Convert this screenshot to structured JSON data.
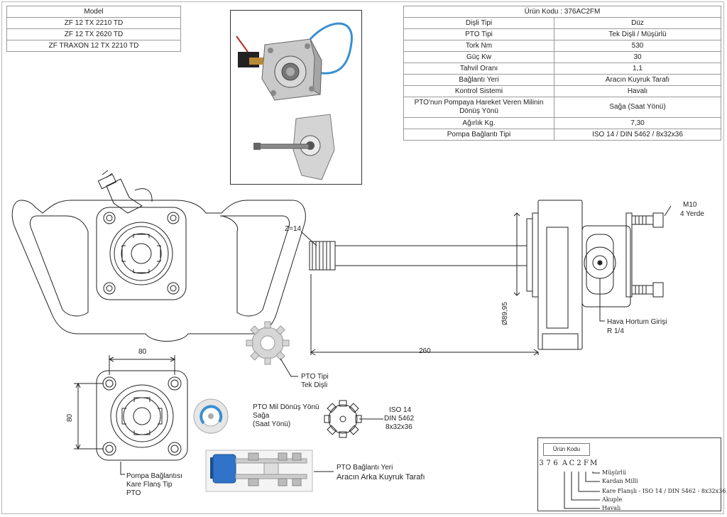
{
  "model_table": {
    "header": "Model",
    "rows": [
      "ZF 12 TX 2210 TD",
      "ZF 12 TX 2620 TD",
      "ZF TRAXON 12 TX 2210 TD"
    ]
  },
  "spec_table": {
    "title": "Ürün Kodu : 376AC2FM",
    "rows": [
      {
        "key": "Dişli Tipi",
        "value": "Düz"
      },
      {
        "key": "PTO Tipi",
        "value": "Tek Dişli / Müşürlü"
      },
      {
        "key": "Tork Nm",
        "value": "530"
      },
      {
        "key": "Güç Kw",
        "value": "30"
      },
      {
        "key": "Tahvil Oranı",
        "value": "1,1"
      },
      {
        "key": "Bağlantı Yeri",
        "value": "Aracın Kuyruk Tarafı"
      },
      {
        "key": "Kontrol Sistemi",
        "value": "Havalı"
      },
      {
        "key": "PTO'nun Pompaya Hareket Veren Milinin Dönüş Yönü",
        "value": "Sağa (Saat Yönü)"
      },
      {
        "key": "Ağırlık Kg.",
        "value": "7,30"
      },
      {
        "key": "Pompa Bağlantı Tipi",
        "value": "ISO 14 / DIN 5462 / 8x32x36"
      }
    ]
  },
  "labels": {
    "z14": "Z=14",
    "m10_line1": "M10",
    "m10_line2": "4 Yerde",
    "dia": "Ø89,95",
    "len": "260",
    "air_line1": "Hava Hortum Girişi",
    "air_line2": "R 1/4",
    "dim80_top": "80",
    "dim80_side": "80",
    "pto_tip_line1": "PTO Tipi",
    "pto_tip_line2": "Tek Dişli",
    "rot_line1": "PTO Mil Dönüş Yönü",
    "rot_line2": "Sağa",
    "rot_line3": "(Saat Yönü)",
    "iso_line1": "ISO 14",
    "iso_line2": "DIN 5462",
    "iso_line3": "8x32x36",
    "conn_line1": "PTO Bağlantı Yeri",
    "conn_line2": "Aracın Arka Kuyruk Tarafı",
    "pump_line1": "Pompa Bağlantısı",
    "pump_line2": "Kare Flanş Tip",
    "pump_line3": "PTO"
  },
  "code_box": {
    "title": "Ürün Kodu",
    "chars": [
      "3",
      "7",
      "6",
      "A",
      "C",
      "2",
      "F",
      "M"
    ],
    "descriptions": [
      "Müşürlü",
      "Kardan Milli",
      "Kare Flanşlı - ISO 14 / DIN 5462 - 8x32x36",
      "Akuple",
      "Havalı"
    ]
  },
  "colors": {
    "line": "#222222",
    "truck_cab": "#2f74c9",
    "grid_border": "#9a9a9a"
  }
}
